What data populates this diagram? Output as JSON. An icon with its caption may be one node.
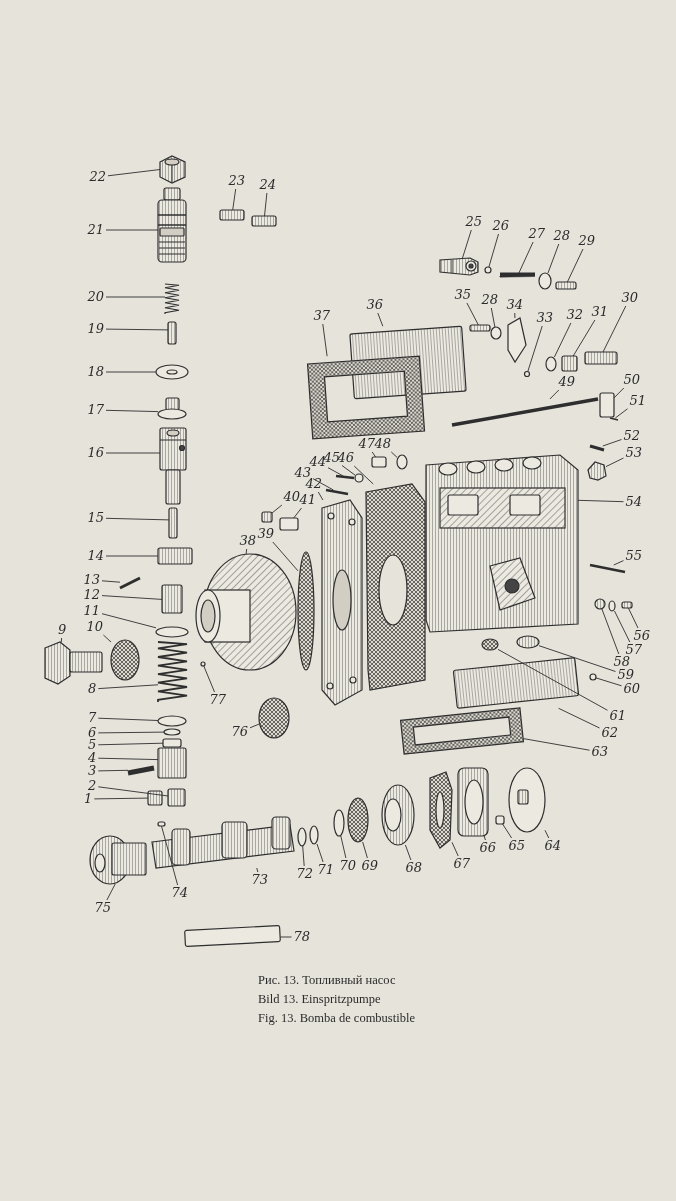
{
  "diagram": {
    "nodes": [
      {
        "text": [
          "1"
        ]
      },
      {
        "text": [
          "2"
        ]
      },
      {
        "text": [
          "3"
        ]
      },
      {
        "text": [
          "4"
        ]
      },
      {
        "text": [
          "5"
        ]
      },
      {
        "text": [
          "6"
        ]
      },
      {
        "text": [
          "7"
        ]
      },
      {
        "text": [
          "8"
        ]
      },
      {
        "text": [
          "9"
        ]
      },
      {
        "text": [
          "10"
        ]
      },
      {
        "text": [
          "11"
        ]
      },
      {
        "text": [
          "12"
        ]
      },
      {
        "text": [
          "13"
        ]
      },
      {
        "text": [
          "14"
        ]
      },
      {
        "text": [
          "15"
        ]
      },
      {
        "text": [
          "16"
        ]
      },
      {
        "text": [
          "17"
        ]
      },
      {
        "text": [
          "18"
        ]
      },
      {
        "text": [
          "19"
        ]
      },
      {
        "text": [
          "20"
        ]
      },
      {
        "text": [
          "21"
        ]
      },
      {
        "text": [
          "22"
        ]
      },
      {
        "text": [
          "23"
        ]
      },
      {
        "text": [
          "24"
        ]
      },
      {
        "text": [
          "25"
        ]
      },
      {
        "text": [
          "26"
        ]
      },
      {
        "text": [
          "27"
        ]
      },
      {
        "text": [
          "28"
        ]
      },
      {
        "text": [
          "28"
        ]
      },
      {
        "text": [
          "29"
        ]
      },
      {
        "text": [
          "30"
        ]
      },
      {
        "text": [
          "31"
        ]
      },
      {
        "text": [
          "32"
        ]
      },
      {
        "text": [
          "33"
        ]
      },
      {
        "text": [
          "34"
        ]
      },
      {
        "text": [
          "35"
        ]
      },
      {
        "text": [
          "36"
        ]
      },
      {
        "text": [
          "37"
        ]
      },
      {
        "text": [
          "38"
        ]
      },
      {
        "text": [
          "39"
        ]
      },
      {
        "text": [
          "40"
        ]
      },
      {
        "text": [
          "41"
        ]
      },
      {
        "text": [
          "42"
        ]
      },
      {
        "text": [
          "43"
        ]
      },
      {
        "text": [
          "44"
        ]
      },
      {
        "text": [
          "45"
        ]
      },
      {
        "text": [
          "46"
        ]
      },
      {
        "text": [
          "47"
        ]
      },
      {
        "text": [
          "48"
        ]
      },
      {
        "text": [
          "49"
        ]
      },
      {
        "text": [
          "50"
        ]
      },
      {
        "text": [
          "51"
        ]
      },
      {
        "text": [
          "52"
        ]
      },
      {
        "text": [
          "53"
        ]
      },
      {
        "text": [
          "54"
        ]
      },
      {
        "text": [
          "55"
        ]
      },
      {
        "text": [
          "56"
        ]
      },
      {
        "text": [
          "57"
        ]
      },
      {
        "text": [
          "58"
        ]
      },
      {
        "text": [
          "59"
        ]
      },
      {
        "text": [
          "60"
        ]
      },
      {
        "text": [
          "61"
        ]
      },
      {
        "text": [
          "62"
        ]
      },
      {
        "text": [
          "63"
        ]
      },
      {
        "text": [
          "64"
        ]
      },
      {
        "text": [
          "65"
        ]
      },
      {
        "text": [
          "66"
        ]
      },
      {
        "text": [
          "67"
        ]
      },
      {
        "text": [
          "68"
        ]
      },
      {
        "text": [
          "69"
        ]
      },
      {
        "text": [
          "70"
        ]
      },
      {
        "text": [
          "71"
        ]
      },
      {
        "text": [
          "72"
        ]
      },
      {
        "text": [
          "73"
        ]
      },
      {
        "text": [
          "74"
        ]
      },
      {
        "text": [
          "75"
        ]
      },
      {
        "text": [
          "76"
        ]
      },
      {
        "text": [
          "77"
        ]
      },
      {
        "text": [
          "78"
        ]
      },
      {
        "text": [],
        "shape": "box"
      },
      {
        "text": [],
        "shape": "box"
      },
      {
        "text": [],
        "shape": "bar"
      },
      {
        "text": [],
        "shape": "box"
      },
      {
        "text": [],
        "shape": "box"
      },
      {
        "text": [],
        "shape": "circle"
      },
      {
        "text": [],
        "shape": "circle"
      },
      {
        "text": [],
        "shape": "picture"
      },
      {
        "text": [],
        "shape": "picture"
      },
      {
        "text": [],
        "shape": "circle"
      },
      {
        "text": [],
        "shape": "circle"
      },
      {
        "text": [],
        "shape": "box"
      },
      {
        "text": [],
        "shape": "bar"
      },
      {
        "text": [],
        "shape": "box"
      },
      {
        "text": [],
        "shape": "box"
      },
      {
        "text": [],
        "shape": "picture"
      },
      {
        "text": [],
        "shape": "picture"
      },
      {
        "text": [],
        "shape": "picture"
      },
      {
        "text": [],
        "shape": "box"
      },
      {
        "text": [],
        "shape": "picture"
      },
      {
        "text": [],
        "shape": "picture"
      },
      {
        "text": [],
        "shape": "picture"
      },
      {
        "text": [],
        "shape": "box"
      },
      {
        "text": [],
        "shape": "box"
      },
      {
        "text": [],
        "shape": "picture"
      },
      {
        "text": [],
        "shape": "circle"
      },
      {
        "text": [],
        "shape": "picture"
      },
      {
        "text": [],
        "shape": "circle"
      },
      {
        "text": [],
        "shape": "circle"
      },
      {
        "text": [],
        "shape": "box"
      },
      {
        "text": [],
        "shape": "box"
      },
      {
        "text": [],
        "shape": "box"
      },
      {
        "text": [],
        "shape": "circle"
      },
      {
        "text": [],
        "shape": "circle"
      },
      {
        "text": [],
        "shape": "picture"
      },
      {
        "text": [],
        "shape": "box"
      },
      {
        "text": [],
        "shape": "box"
      },
      {
        "text": [],
        "shape": "picture"
      },
      {
        "text": [],
        "shape": "picture"
      },
      {
        "text": [],
        "shape": "circle"
      },
      {
        "text": [],
        "shape": "box"
      },
      {
        "text": [],
        "shape": "box"
      },
      {
        "text": [],
        "shape": "picture"
      },
      {
        "text": [],
        "shape": "bar"
      },
      {
        "text": [],
        "shape": "bar"
      },
      {
        "text": [],
        "shape": "circle"
      },
      {
        "text": [],
        "shape": "picture"
      },
      {
        "text": [],
        "shape": "box"
      },
      {
        "text": [],
        "shape": "circle"
      },
      {
        "text": [],
        "shape": "bar"
      },
      {
        "text": [],
        "shape": "box"
      },
      {
        "text": [],
        "shape": "bar"
      },
      {
        "text": [],
        "shape": "bar"
      },
      {
        "text": [],
        "shape": "picture"
      },
      {
        "text": [],
        "shape": "picture"
      },
      {
        "text": [],
        "shape": "bar"
      },
      {
        "text": [],
        "shape": "box"
      },
      {
        "text": [],
        "shape": "circle"
      },
      {
        "text": [],
        "shape": "circle"
      },
      {
        "text": [],
        "shape": "circle"
      },
      {
        "text": [],
        "shape": "circle"
      },
      {
        "text": [],
        "shape": "circle"
      },
      {
        "text": [],
        "shape": "box"
      },
      {
        "text": [],
        "shape": "picture"
      },
      {
        "text": [],
        "shape": "picture"
      },
      {
        "text": [],
        "shape": "box"
      },
      {
        "text": [],
        "shape": "picture"
      },
      {
        "text": [],
        "shape": "picture"
      },
      {
        "text": [],
        "shape": "picture"
      },
      {
        "text": [],
        "shape": "circle"
      },
      {
        "text": [],
        "shape": "circle"
      },
      {
        "text": [],
        "shape": "circle"
      },
      {
        "text": [],
        "shape": "circle"
      },
      {
        "text": [],
        "shape": "picture"
      },
      {
        "text": [],
        "shape": "box"
      },
      {
        "text": [],
        "shape": "picture"
      },
      {
        "text": [],
        "shape": "circle"
      },
      {
        "text": [],
        "shape": "circle"
      },
      {
        "text": [],
        "shape": "box"
      }
    ],
    "edges": [
      {
        "from": 0,
        "to": 79,
        "arrow": "none"
      },
      {
        "from": 1,
        "to": 80,
        "arrow": "none"
      },
      {
        "from": 2,
        "to": 81,
        "arrow": "none"
      },
      {
        "from": 3,
        "to": 82,
        "arrow": "none"
      },
      {
        "from": 4,
        "to": 83,
        "arrow": "none"
      },
      {
        "from": 5,
        "to": 84,
        "arrow": "none"
      },
      {
        "from": 6,
        "to": 85,
        "arrow": "none"
      },
      {
        "from": 7,
        "to": 86,
        "arrow": "none"
      },
      {
        "from": 8,
        "to": 87,
        "arrow": "none"
      },
      {
        "from": 9,
        "to": 88,
        "arrow": "none"
      },
      {
        "from": 10,
        "to": 89,
        "arrow": "none"
      },
      {
        "from": 11,
        "to": 90,
        "arrow": "none"
      },
      {
        "from": 12,
        "to": 91,
        "arrow": "none"
      },
      {
        "from": 13,
        "to": 92,
        "arrow": "none"
      },
      {
        "from": 14,
        "to": 93,
        "arrow": "none"
      },
      {
        "from": 15,
        "to": 94,
        "arrow": "none"
      },
      {
        "from": 16,
        "to": 95,
        "arrow": "none"
      },
      {
        "from": 17,
        "to": 96,
        "arrow": "none"
      },
      {
        "from": 18,
        "to": 97,
        "arrow": "none"
      },
      {
        "from": 19,
        "to": 98,
        "arrow": "none"
      },
      {
        "from": 20,
        "to": 99,
        "arrow": "none"
      },
      {
        "from": 21,
        "to": 100,
        "arrow": "none"
      },
      {
        "from": 22,
        "to": 101,
        "arrow": "none"
      },
      {
        "from": 23,
        "to": 102,
        "arrow": "none"
      },
      {
        "from": 24,
        "to": 103,
        "arrow": "none"
      },
      {
        "from": 25,
        "to": 104,
        "arrow": "none"
      },
      {
        "from": 26,
        "to": 105,
        "arrow": "none"
      },
      {
        "from": 27,
        "to": 106,
        "arrow": "none"
      },
      {
        "from": 28,
        "to": 107,
        "arrow": "none"
      },
      {
        "from": 29,
        "to": 108,
        "arrow": "none"
      },
      {
        "from": 30,
        "to": 109,
        "arrow": "none"
      },
      {
        "from": 31,
        "to": 110,
        "arrow": "none"
      },
      {
        "from": 32,
        "to": 111,
        "arrow": "none"
      },
      {
        "from": 33,
        "to": 112,
        "arrow": "none"
      },
      {
        "from": 34,
        "to": 113,
        "arrow": "none"
      },
      {
        "from": 35,
        "to": 114,
        "arrow": "none"
      },
      {
        "from": 36,
        "to": 115,
        "arrow": "none"
      },
      {
        "from": 37,
        "to": 116,
        "arrow": "none"
      },
      {
        "from": 38,
        "to": 117,
        "arrow": "none"
      },
      {
        "from": 39,
        "to": 118,
        "arrow": "none"
      },
      {
        "from": 40,
        "to": 119,
        "arrow": "none"
      },
      {
        "from": 41,
        "to": 120,
        "arrow": "none"
      },
      {
        "from": 42,
        "to": 121,
        "arrow": "none"
      },
      {
        "from": 43,
        "to": 122,
        "arrow": "none"
      },
      {
        "from": 44,
        "to": 123,
        "arrow": "none"
      },
      {
        "from": 45,
        "to": 124,
        "arrow": "none"
      },
      {
        "from": 46,
        "to": 125,
        "arrow": "none"
      },
      {
        "from": 47,
        "to": 126,
        "arrow": "none"
      },
      {
        "from": 48,
        "to": 127,
        "arrow": "none"
      },
      {
        "from": 49,
        "to": 128,
        "arrow": "none"
      },
      {
        "from": 50,
        "to": 129,
        "arrow": "none"
      },
      {
        "from": 51,
        "to": 130,
        "arrow": "none"
      },
      {
        "from": 52,
        "to": 131,
        "arrow": "none"
      },
      {
        "from": 53,
        "to": 132,
        "arrow": "none"
      },
      {
        "from": 54,
        "to": 133,
        "arrow": "none"
      },
      {
        "from": 55,
        "to": 134,
        "arrow": "none"
      },
      {
        "from": 56,
        "to": 135,
        "arrow": "none"
      },
      {
        "from": 57,
        "to": 136,
        "arrow": "none"
      },
      {
        "from": 58,
        "to": 137,
        "arrow": "none"
      },
      {
        "from": 59,
        "to": 138,
        "arrow": "none"
      },
      {
        "from": 60,
        "to": 139,
        "arrow": "none"
      },
      {
        "from": 61,
        "to": 140,
        "arrow": "none"
      },
      {
        "from": 62,
        "to": 141,
        "arrow": "none"
      },
      {
        "from": 63,
        "to": 142,
        "arrow": "none"
      },
      {
        "from": 64,
        "to": 143,
        "arrow": "none"
      },
      {
        "from": 65,
        "to": 144,
        "arrow": "none"
      },
      {
        "from": 66,
        "to": 145,
        "arrow": "none"
      },
      {
        "from": 67,
        "to": 146,
        "arrow": "none"
      },
      {
        "from": 68,
        "to": 147,
        "arrow": "none"
      },
      {
        "from": 69,
        "to": 148,
        "arrow": "none"
      },
      {
        "from": 70,
        "to": 149,
        "arrow": "none"
      },
      {
        "from": 71,
        "to": 150,
        "arrow": "none"
      },
      {
        "from": 72,
        "to": 151,
        "arrow": "none"
      },
      {
        "from": 73,
        "to": 152,
        "arrow": "none"
      },
      {
        "from": 74,
        "to": 153,
        "arrow": "none"
      },
      {
        "from": 75,
        "to": 154,
        "arrow": "none"
      },
      {
        "from": 76,
        "to": 155,
        "arrow": "none"
      },
      {
        "from": 77,
        "to": 156,
        "arrow": "none"
      },
      {
        "from": 78,
        "to": 157,
        "arrow": "none"
      }
    ],
    "labels": [
      "Рис. 13. Топливный насос",
      "Bild 13. Einspritzpumpe",
      "Fig. 13. Bomba de combustible"
    ]
  }
}
